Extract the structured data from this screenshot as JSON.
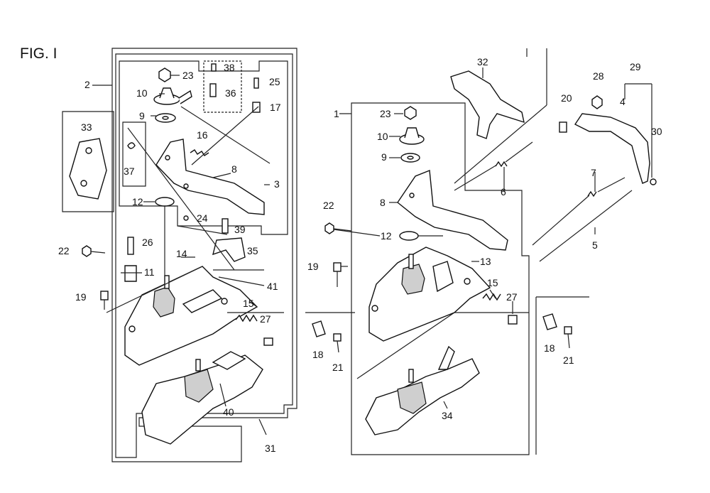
{
  "figure": {
    "title": "FIG. I"
  },
  "labels": {
    "l2": "2",
    "l23a": "23",
    "l38": "38",
    "l25": "25",
    "l10a": "10",
    "l36": "36",
    "l17": "17",
    "l9a": "9",
    "l16": "16",
    "l33": "33",
    "l37": "37",
    "l8a": "8",
    "l3": "3",
    "l12a": "12",
    "l24": "24",
    "l39": "39",
    "l22a": "22",
    "l26": "26",
    "l35": "35",
    "l14": "14",
    "l11": "11",
    "l41": "41",
    "l19a": "19",
    "l15a": "15",
    "l27a": "27",
    "l40": "40",
    "l31": "31",
    "l32": "32",
    "l1": "1",
    "l23b": "23",
    "l10b": "10",
    "l9b": "9",
    "l6": "6",
    "l22b": "22",
    "l8b": "8",
    "l12b": "12",
    "l13": "13",
    "l19b": "19",
    "l15b": "15",
    "l27b": "27",
    "l18a": "18",
    "l21a": "21",
    "l34": "34",
    "l28": "28",
    "l29": "29",
    "l20": "20",
    "l4": "4",
    "l30": "30",
    "l7": "7",
    "l5": "5",
    "l18b": "18",
    "l21b": "21"
  }
}
